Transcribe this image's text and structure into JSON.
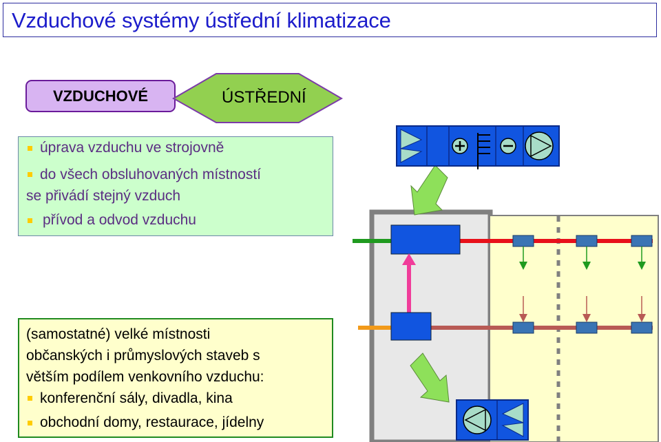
{
  "title": "Vzduchové systémy ústřední klimatizace",
  "tags": {
    "left": "VZDUCHOVÉ",
    "right": "ÚSTŘEDNÍ"
  },
  "green_box": {
    "lines": [
      "úprava vzduchu ve strojovně",
      "do všech obsluhovaných místností",
      "se přivádí stejný vzduch",
      "přívod a odvod vzduchu"
    ]
  },
  "yellow_box": {
    "lines": [
      "(samostatné) velké místnosti",
      "občanských i průmyslových staveb s",
      "větším podílem venkovního vzduchu:",
      "konferenční sály, divadla, kina",
      "obchodní domy, restaurace, jídelny"
    ]
  },
  "colors": {
    "title": "#1c1ccb",
    "unit_blue": "#1155e0",
    "supply": "#e8101a",
    "exhaust": "#b85a55",
    "fresh_air": "#1f9a1f",
    "outlet_air": "#f29a1a",
    "recirc": "#f03c9a",
    "arrow_green": "#8ee05a"
  },
  "icons": {
    "supply_unit": [
      "damper-icon",
      "heater-plus-icon",
      "filter-icon",
      "cooler-minus-icon",
      "fan-icon"
    ],
    "exhaust_unit": [
      "fan-icon",
      "damper-icon"
    ]
  }
}
